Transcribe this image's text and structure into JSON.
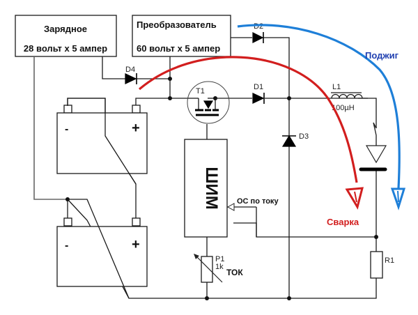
{
  "blocks": {
    "charger": {
      "title": "Зарядное",
      "rating": "28 вольт х 5 ампер"
    },
    "converter": {
      "title": "Преобразователь",
      "rating": "60 вольт х 5 ампер"
    },
    "pwm": {
      "label": "ШИМ"
    }
  },
  "components": {
    "d1": "D1",
    "d2": "D2",
    "d3": "D3",
    "d4": "D4",
    "t1": "T1",
    "l1": "L1",
    "l1_value": "100µH",
    "p1": "P1",
    "p1_value": "1k",
    "r1": "R1"
  },
  "batteries": {
    "top": {
      "minus": "-",
      "plus": "+"
    },
    "bottom": {
      "minus": "-",
      "plus": "+"
    }
  },
  "labels": {
    "current_feedback": "ОС по току",
    "current_adjust": "ТОК",
    "welding": "Сварка",
    "ignition": "Поджиг"
  },
  "colors": {
    "welding_arrow": "#d21e1e",
    "ignition_arrow": "#1e7fd8",
    "ignition_text": "#1f3fb0"
  }
}
